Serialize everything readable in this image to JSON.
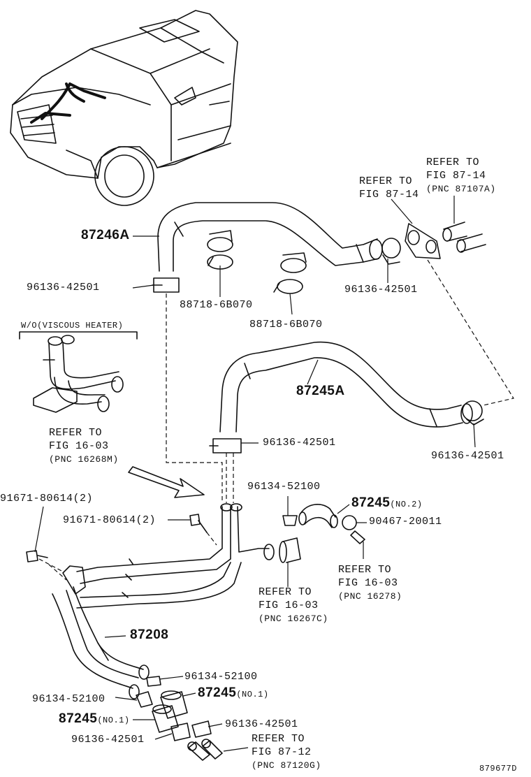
{
  "diagram": {
    "code": "879677D",
    "wo_box_label": "W/O(VISCOUS HEATER)",
    "parts": {
      "p87246A": "87246A",
      "p87245A": "87245A",
      "p87208": "87208",
      "p87245_no2": "87245",
      "no2": "(NO.2)",
      "p87245_no1_right": "87245",
      "no1_right": "(NO.1)",
      "p87245_no1_left": "87245",
      "no1_left": "(NO.1)",
      "clamp_a": "96136-42501",
      "clamp_b": "96136-42501",
      "clamp_c": "96136-42501",
      "clamp_d": "96136-42501",
      "clamp_e": "96136-42501",
      "clamp_f": "96136-42501",
      "clamp_small_a": "96134-52100",
      "clamp_small_b": "96134-52100",
      "clamp_small_c": "96134-52100",
      "clip_a": "88718-6B070",
      "clip_b": "88718-6B070",
      "bolt_a": "91671-80614(2)",
      "bolt_b": "91671-80614(2)",
      "clamp_90467": "90467-20011"
    },
    "refs": {
      "r1": {
        "line1": "REFER TO",
        "line2": "FIG 87-14",
        "pnc": "(PNC 87107A)"
      },
      "r2": {
        "line1": "REFER TO",
        "line2": "FIG 87-14"
      },
      "r3": {
        "line1": "REFER TO",
        "line2": "FIG 16-03",
        "pnc": "(PNC 16268M)"
      },
      "r4": {
        "line1": "REFER TO",
        "line2": "FIG 16-03",
        "pnc": "(PNC 16278)"
      },
      "r5": {
        "line1": "REFER TO",
        "line2": "FIG 16-03",
        "pnc": "(PNC 16267C)"
      },
      "r6": {
        "line1": "REFER TO",
        "line2": "FIG 87-12",
        "pnc": "(PNC 87120G)"
      }
    }
  }
}
